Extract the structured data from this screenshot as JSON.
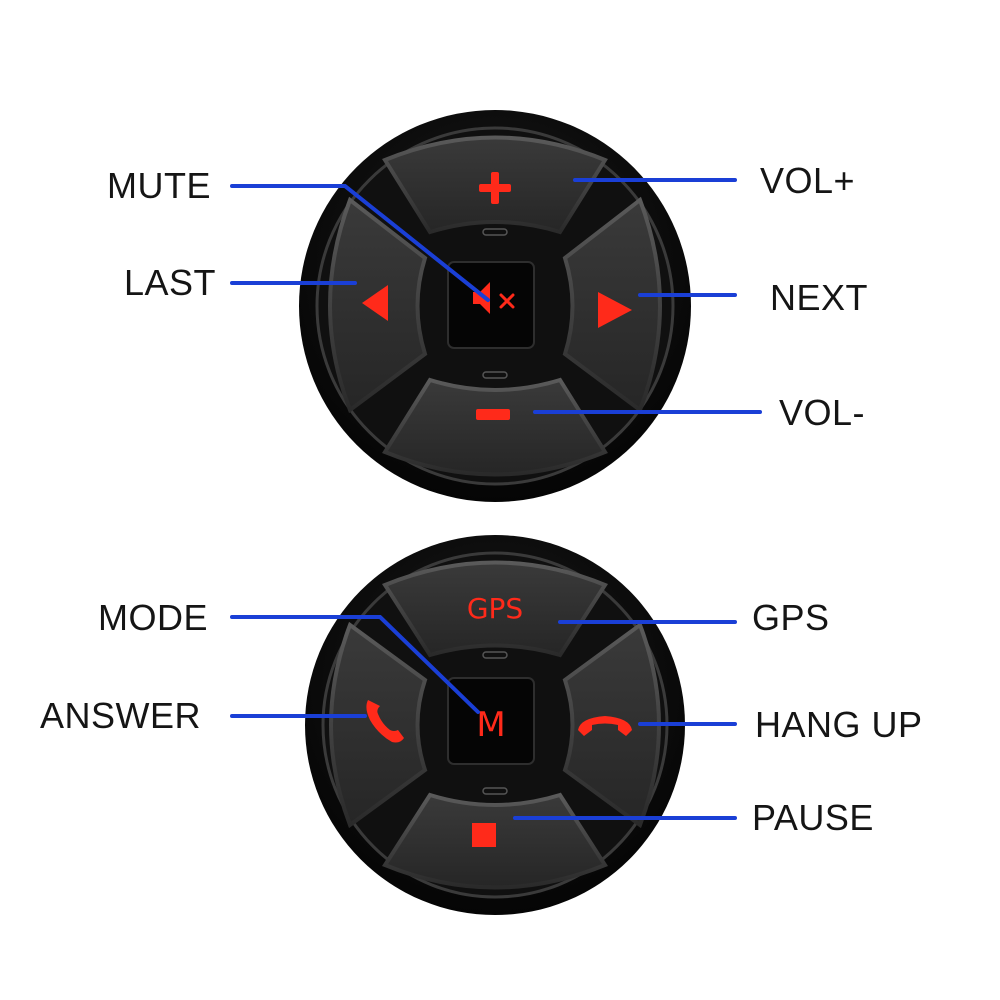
{
  "colors": {
    "housing": "#111111",
    "button": "#2b2b2b",
    "backlight": "#ff2a1a",
    "callout_line": "#1a3fd6",
    "label_text": "#151515"
  },
  "remote_top": {
    "labels": {
      "mute": "MUTE",
      "vol_up": "VOL+",
      "last": "LAST",
      "next": "NEXT",
      "vol_down": "VOL-"
    },
    "icons": {
      "up": "plus-icon",
      "left": "triangle-left-icon",
      "center": "speaker-mute-icon",
      "right": "triangle-right-icon",
      "down": "minus-icon"
    }
  },
  "remote_bottom": {
    "labels": {
      "mode": "MODE",
      "gps": "GPS",
      "answer": "ANSWER",
      "hang_up": "HANG UP",
      "pause": "PAUSE"
    },
    "buttons": {
      "up_text": "GPS",
      "center_text": "M"
    },
    "icons": {
      "left": "phone-answer-icon",
      "right": "phone-hangup-icon",
      "down": "square-stop-icon"
    }
  }
}
